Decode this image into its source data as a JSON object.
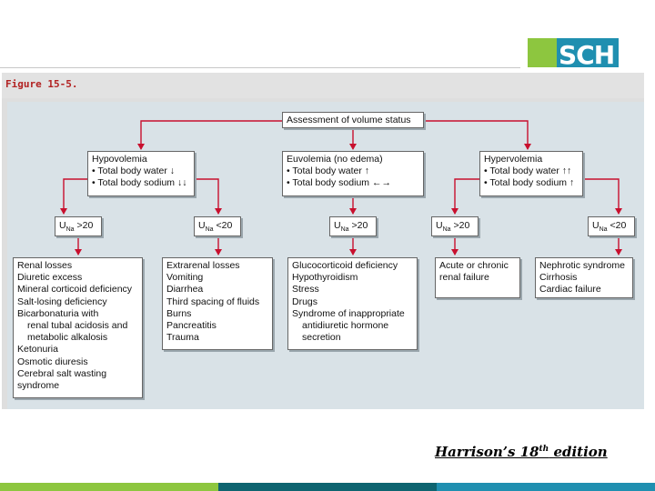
{
  "logo": {
    "text": "SCH"
  },
  "figure": {
    "title": "Figure 15-5.",
    "root": "Assessment of volume status",
    "categories": [
      {
        "title": "Hypovolemia",
        "items": [
          "• Total body water ↓",
          "• Total body sodium ↓↓"
        ]
      },
      {
        "title": "Euvolemia (no edema)",
        "items": [
          "• Total body water ↑",
          "• Total body sodium ←→"
        ]
      },
      {
        "title": "Hypervolemia",
        "items": [
          "• Total body water ↑↑",
          "• Total body sodium ↑"
        ]
      }
    ],
    "una": [
      {
        "label": "U",
        "sub": "Na",
        "value": ">20"
      },
      {
        "label": "U",
        "sub": "Na",
        "value": "<20"
      },
      {
        "label": "U",
        "sub": "Na",
        "value": ">20"
      },
      {
        "label": "U",
        "sub": "Na",
        "value": ">20"
      },
      {
        "label": "U",
        "sub": "Na",
        "value": "<20"
      }
    ],
    "causes": [
      {
        "lines": [
          "Renal losses",
          "Diuretic excess",
          "Mineral corticoid deficiency",
          "Salt-losing deficiency",
          "Bicarbonaturia with",
          "renal tubal acidosis and",
          "metabolic alkalosis",
          "Ketonuria",
          "Osmotic diuresis",
          "Cerebral salt wasting",
          "syndrome"
        ]
      },
      {
        "lines": [
          "Extrarenal losses",
          "Vomiting",
          "Diarrhea",
          "Third spacing of fluids",
          "Burns",
          "Pancreatitis",
          "Trauma"
        ]
      },
      {
        "lines": [
          "Glucocorticoid deficiency",
          "Hypothyroidism",
          "Stress",
          "Drugs",
          "Syndrome of inappropriate",
          "antidiuretic hormone",
          "secretion"
        ]
      },
      {
        "lines": [
          "Acute or chronic",
          "renal failure"
        ]
      },
      {
        "lines": [
          "Nephrotic syndrome",
          "Cirrhosis",
          "Cardiac failure"
        ]
      }
    ]
  },
  "citation": {
    "prefix": "Harrison’s 18",
    "sup": "th",
    "suffix": " edition"
  },
  "colors": {
    "arrow": "#c8102e",
    "green": "#8dc63f",
    "teal": "#1f8fb0",
    "dark_teal": "#0e6470"
  }
}
